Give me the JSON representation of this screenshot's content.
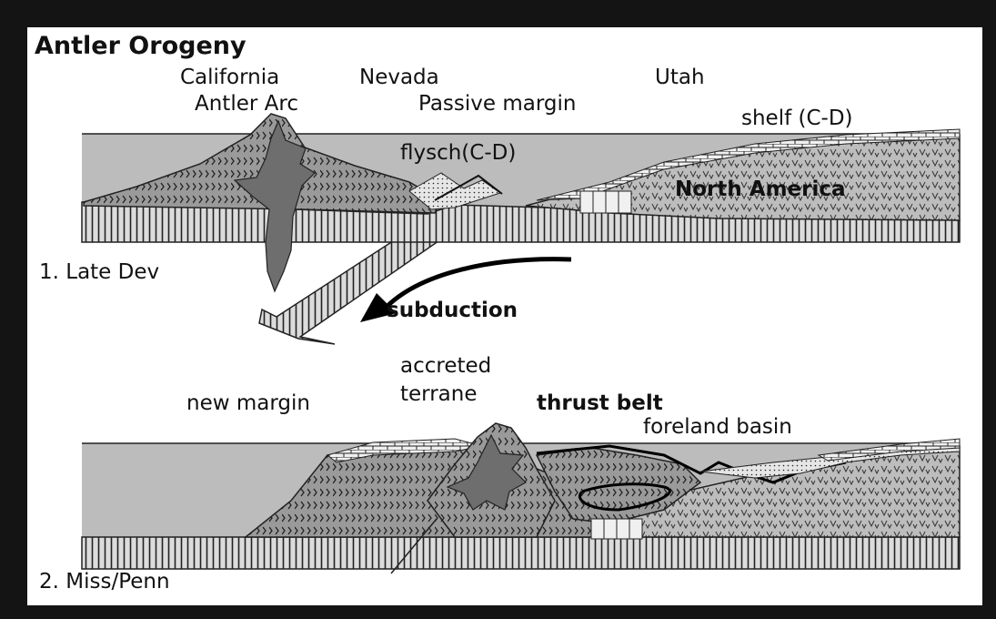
{
  "diagram": {
    "title": "Antler Orogeny",
    "panel1": {
      "state_labels": [
        "California",
        "Nevada",
        "Utah"
      ],
      "arc": "Antler Arc",
      "passive_margin": "Passive margin",
      "shelf": "shelf (C-D)",
      "flysch": "flysch(C-D)",
      "continent": "North America",
      "stage": "1. Late Dev",
      "subduction": "subduction"
    },
    "panel2": {
      "new_margin": "new margin",
      "accreted_line1": "accreted",
      "accreted_line2": "terrane",
      "thrust_belt": "thrust belt",
      "foreland_basin": "foreland basin",
      "stage": "2. Miss/Penn"
    }
  }
}
